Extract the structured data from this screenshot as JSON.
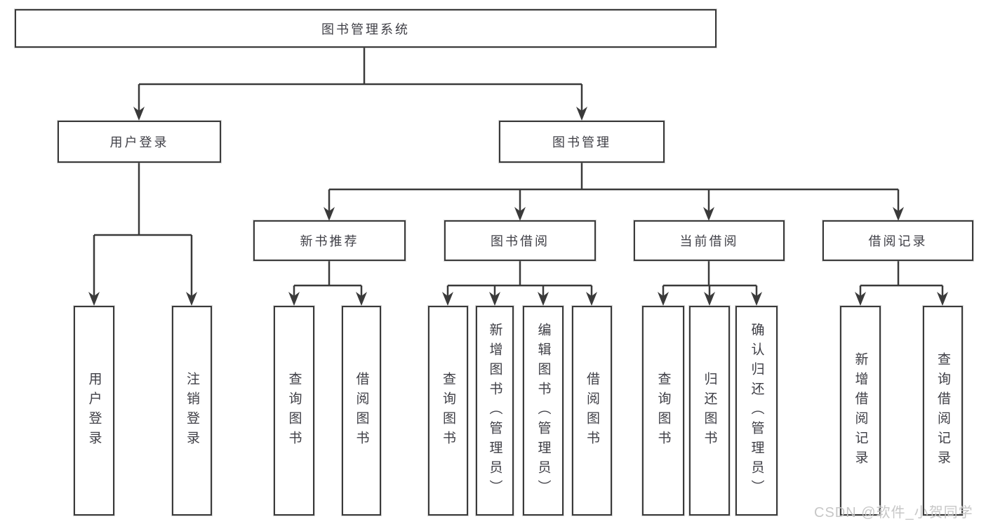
{
  "tree": {
    "root": "图书管理系统",
    "branches": [
      {
        "label": "用户登录",
        "children": [
          "用户登录",
          "注销登录"
        ]
      },
      {
        "label": "图书管理",
        "modules": [
          {
            "label": "新书推荐",
            "children": [
              "查询图书",
              "借阅图书"
            ]
          },
          {
            "label": "图书借阅",
            "children": [
              "查询图书",
              "新增图书（管理员）",
              "编辑图书（管理员）",
              "借阅图书"
            ]
          },
          {
            "label": "当前借阅",
            "children": [
              "查询图书",
              "归还图书",
              "确认归还（管理员）"
            ]
          },
          {
            "label": "借阅记录",
            "children": [
              "新增借阅记录",
              "查询借阅记录"
            ]
          }
        ]
      }
    ]
  },
  "watermark": "CSDN @软件_小贺同学",
  "colors": {
    "line": "#3a3a3a",
    "text": "#3f3f46",
    "watermark": "#c4c4c4"
  }
}
